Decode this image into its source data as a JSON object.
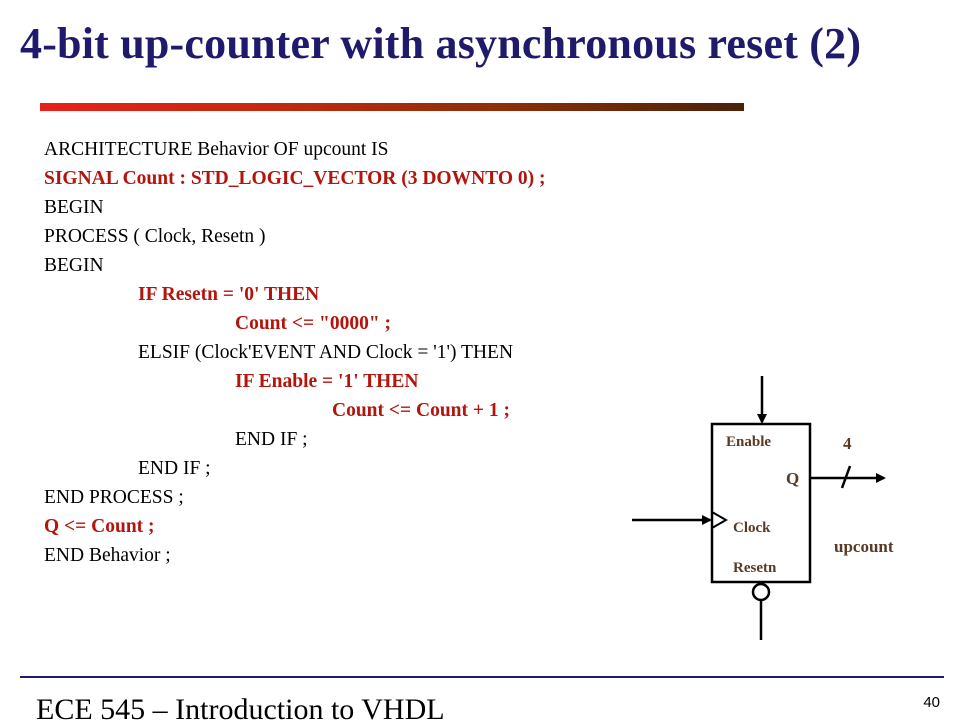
{
  "slide": {
    "title": "4-bit up-counter with asynchronous reset (2)",
    "footer": "ECE 545 – Introduction to VHDL",
    "page_number": "40"
  },
  "code": {
    "lines": [
      "ARCHITECTURE Behavior OF upcount IS",
      "SIGNAL Count : STD_LOGIC_VECTOR (3 DOWNTO 0) ;",
      "BEGIN",
      "PROCESS ( Clock, Resetn )",
      "BEGIN",
      "IF Resetn = '0' THEN",
      "Count <= \"0000\" ;",
      "ELSIF (Clock'EVENT AND Clock = '1') THEN",
      "IF Enable = '1' THEN",
      "Count <= Count + 1 ;",
      "END IF ;",
      "END IF ;",
      "END PROCESS ;",
      "Q <= Count ;",
      "END Behavior ;"
    ]
  },
  "diagram": {
    "enable_label": "Enable",
    "q_label": "Q",
    "width_label": "4",
    "clock_label": "Clock",
    "resetn_label": "Resetn",
    "name_label": "upcount"
  },
  "colors": {
    "title": "#1f1a6b",
    "highlight_code": "#b3150d",
    "diagram_text": "#5a3a22"
  }
}
